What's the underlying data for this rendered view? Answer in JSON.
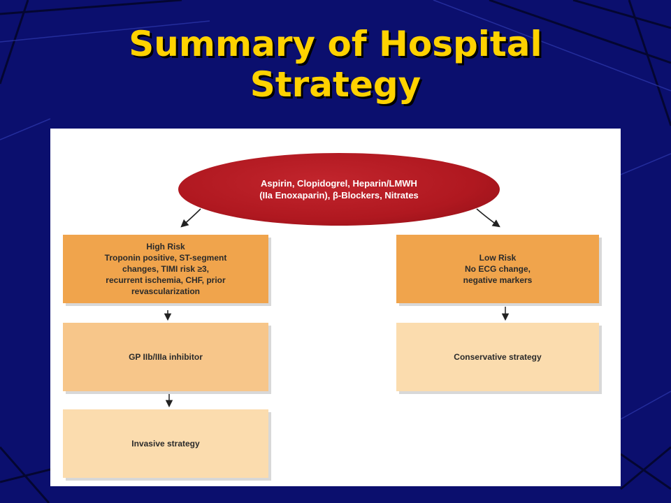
{
  "slide": {
    "title_line1": "Summary of Hospital",
    "title_line2": "Strategy"
  },
  "diagram": {
    "top_node": {
      "line1": "Aspirin, Clopidogrel, Heparin/LMWH",
      "line2": "(IIa Enoxaparin), β-Blockers, Nitrates"
    },
    "high_risk": {
      "line1": "High Risk",
      "line2": "Troponin positive, ST-segment",
      "line3": "changes, TIMI risk ≥3,",
      "line4": "recurrent ischemia, CHF, prior",
      "line5": "revascularization"
    },
    "gp_inhibitor": "GP IIb/IIIa inhibitor",
    "invasive": "Invasive strategy",
    "low_risk": {
      "line1": "Low Risk",
      "line2": "No ECG change,",
      "line3": "negative markers"
    },
    "conservative": "Conservative strategy"
  },
  "colors": {
    "background": "#0b0f6e",
    "title": "#ffd200",
    "ellipse": "#b01820",
    "box_dark": "#f0a44c",
    "box_mid": "#f7c68a",
    "box_light": "#fbdcae"
  }
}
